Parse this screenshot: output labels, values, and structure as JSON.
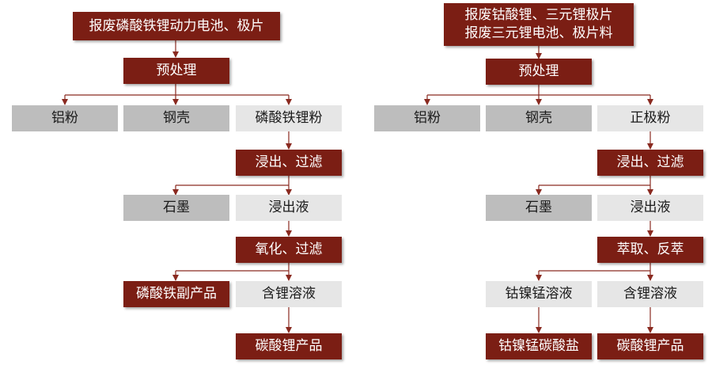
{
  "left": {
    "source": "报废磷酸铁锂动力电池、极片",
    "pretreat": "预处理",
    "aluminum": "铝粉",
    "steel": "钢壳",
    "lfp_powder": "磷酸铁锂粉",
    "leach": "浸出、过滤",
    "graphite": "石墨",
    "leachate": "浸出液",
    "oxidize": "氧化、过滤",
    "byproduct": "磷酸铁副产品",
    "li_solution": "含锂溶液",
    "li_carbonate": "碳酸锂产品"
  },
  "right": {
    "source_line1": "报废钴酸锂、三元锂极片",
    "source_line2": "报废三元锂电池、极片料",
    "pretreat": "预处理",
    "aluminum": "铝粉",
    "steel": "钢壳",
    "cathode_powder": "正极粉",
    "leach": "浸出、过滤",
    "graphite": "石墨",
    "leachate": "浸出液",
    "extract": "萃取、反萃",
    "cnm_solution": "钴镍锰溶液",
    "li_solution": "含锂溶液",
    "cnm_carbonate": "钴镍锰碳酸盐",
    "li_carbonate": "碳酸锂产品"
  },
  "colors": {
    "dark": "#7b1e14",
    "mid": "#bdbdbd",
    "light": "#e6e6e6",
    "line": "#8a2a20"
  }
}
